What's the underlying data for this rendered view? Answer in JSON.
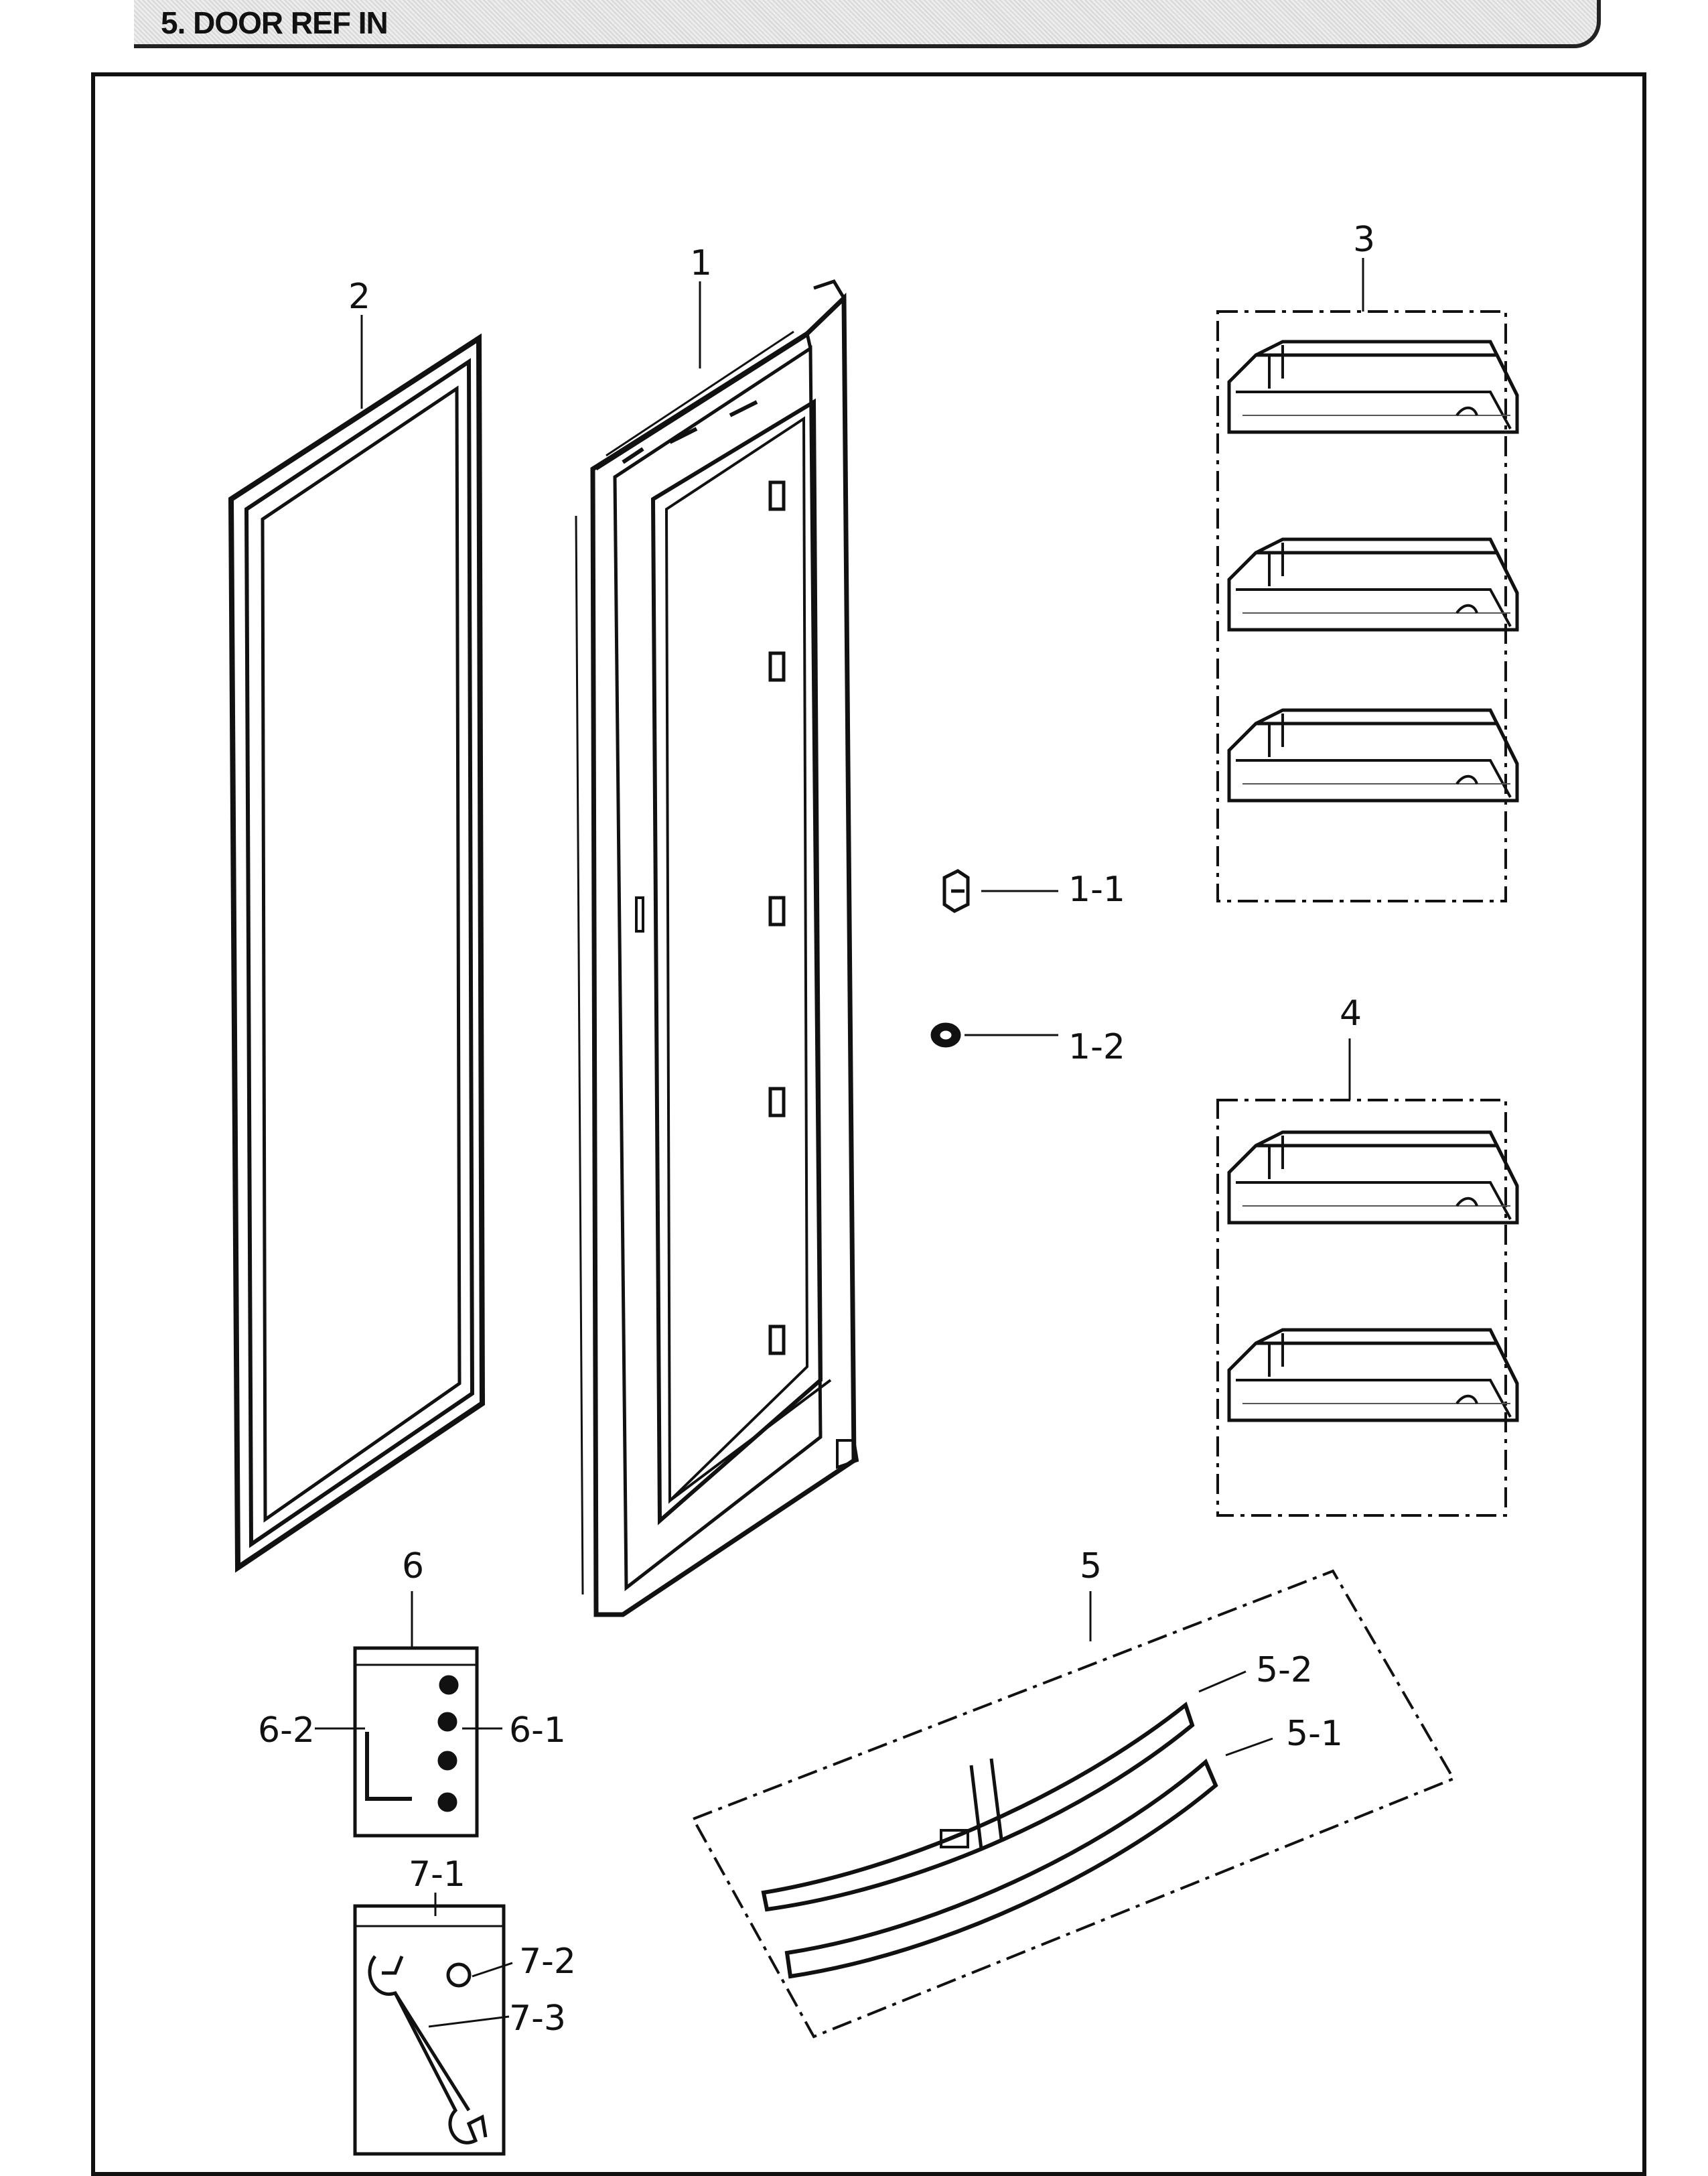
{
  "header": {
    "title": "5. DOOR REF IN"
  },
  "callouts": {
    "c1": "1",
    "c1_1": "1-1",
    "c1_2": "1-2",
    "c2": "2",
    "c3": "3",
    "c4": "4",
    "c5": "5",
    "c5_1": "5-1",
    "c5_2": "5-2",
    "c6": "6",
    "c6_1": "6-1",
    "c6_2": "6-2",
    "c7_1": "7-1",
    "c7_2": "7-2",
    "c7_3": "7-3"
  }
}
